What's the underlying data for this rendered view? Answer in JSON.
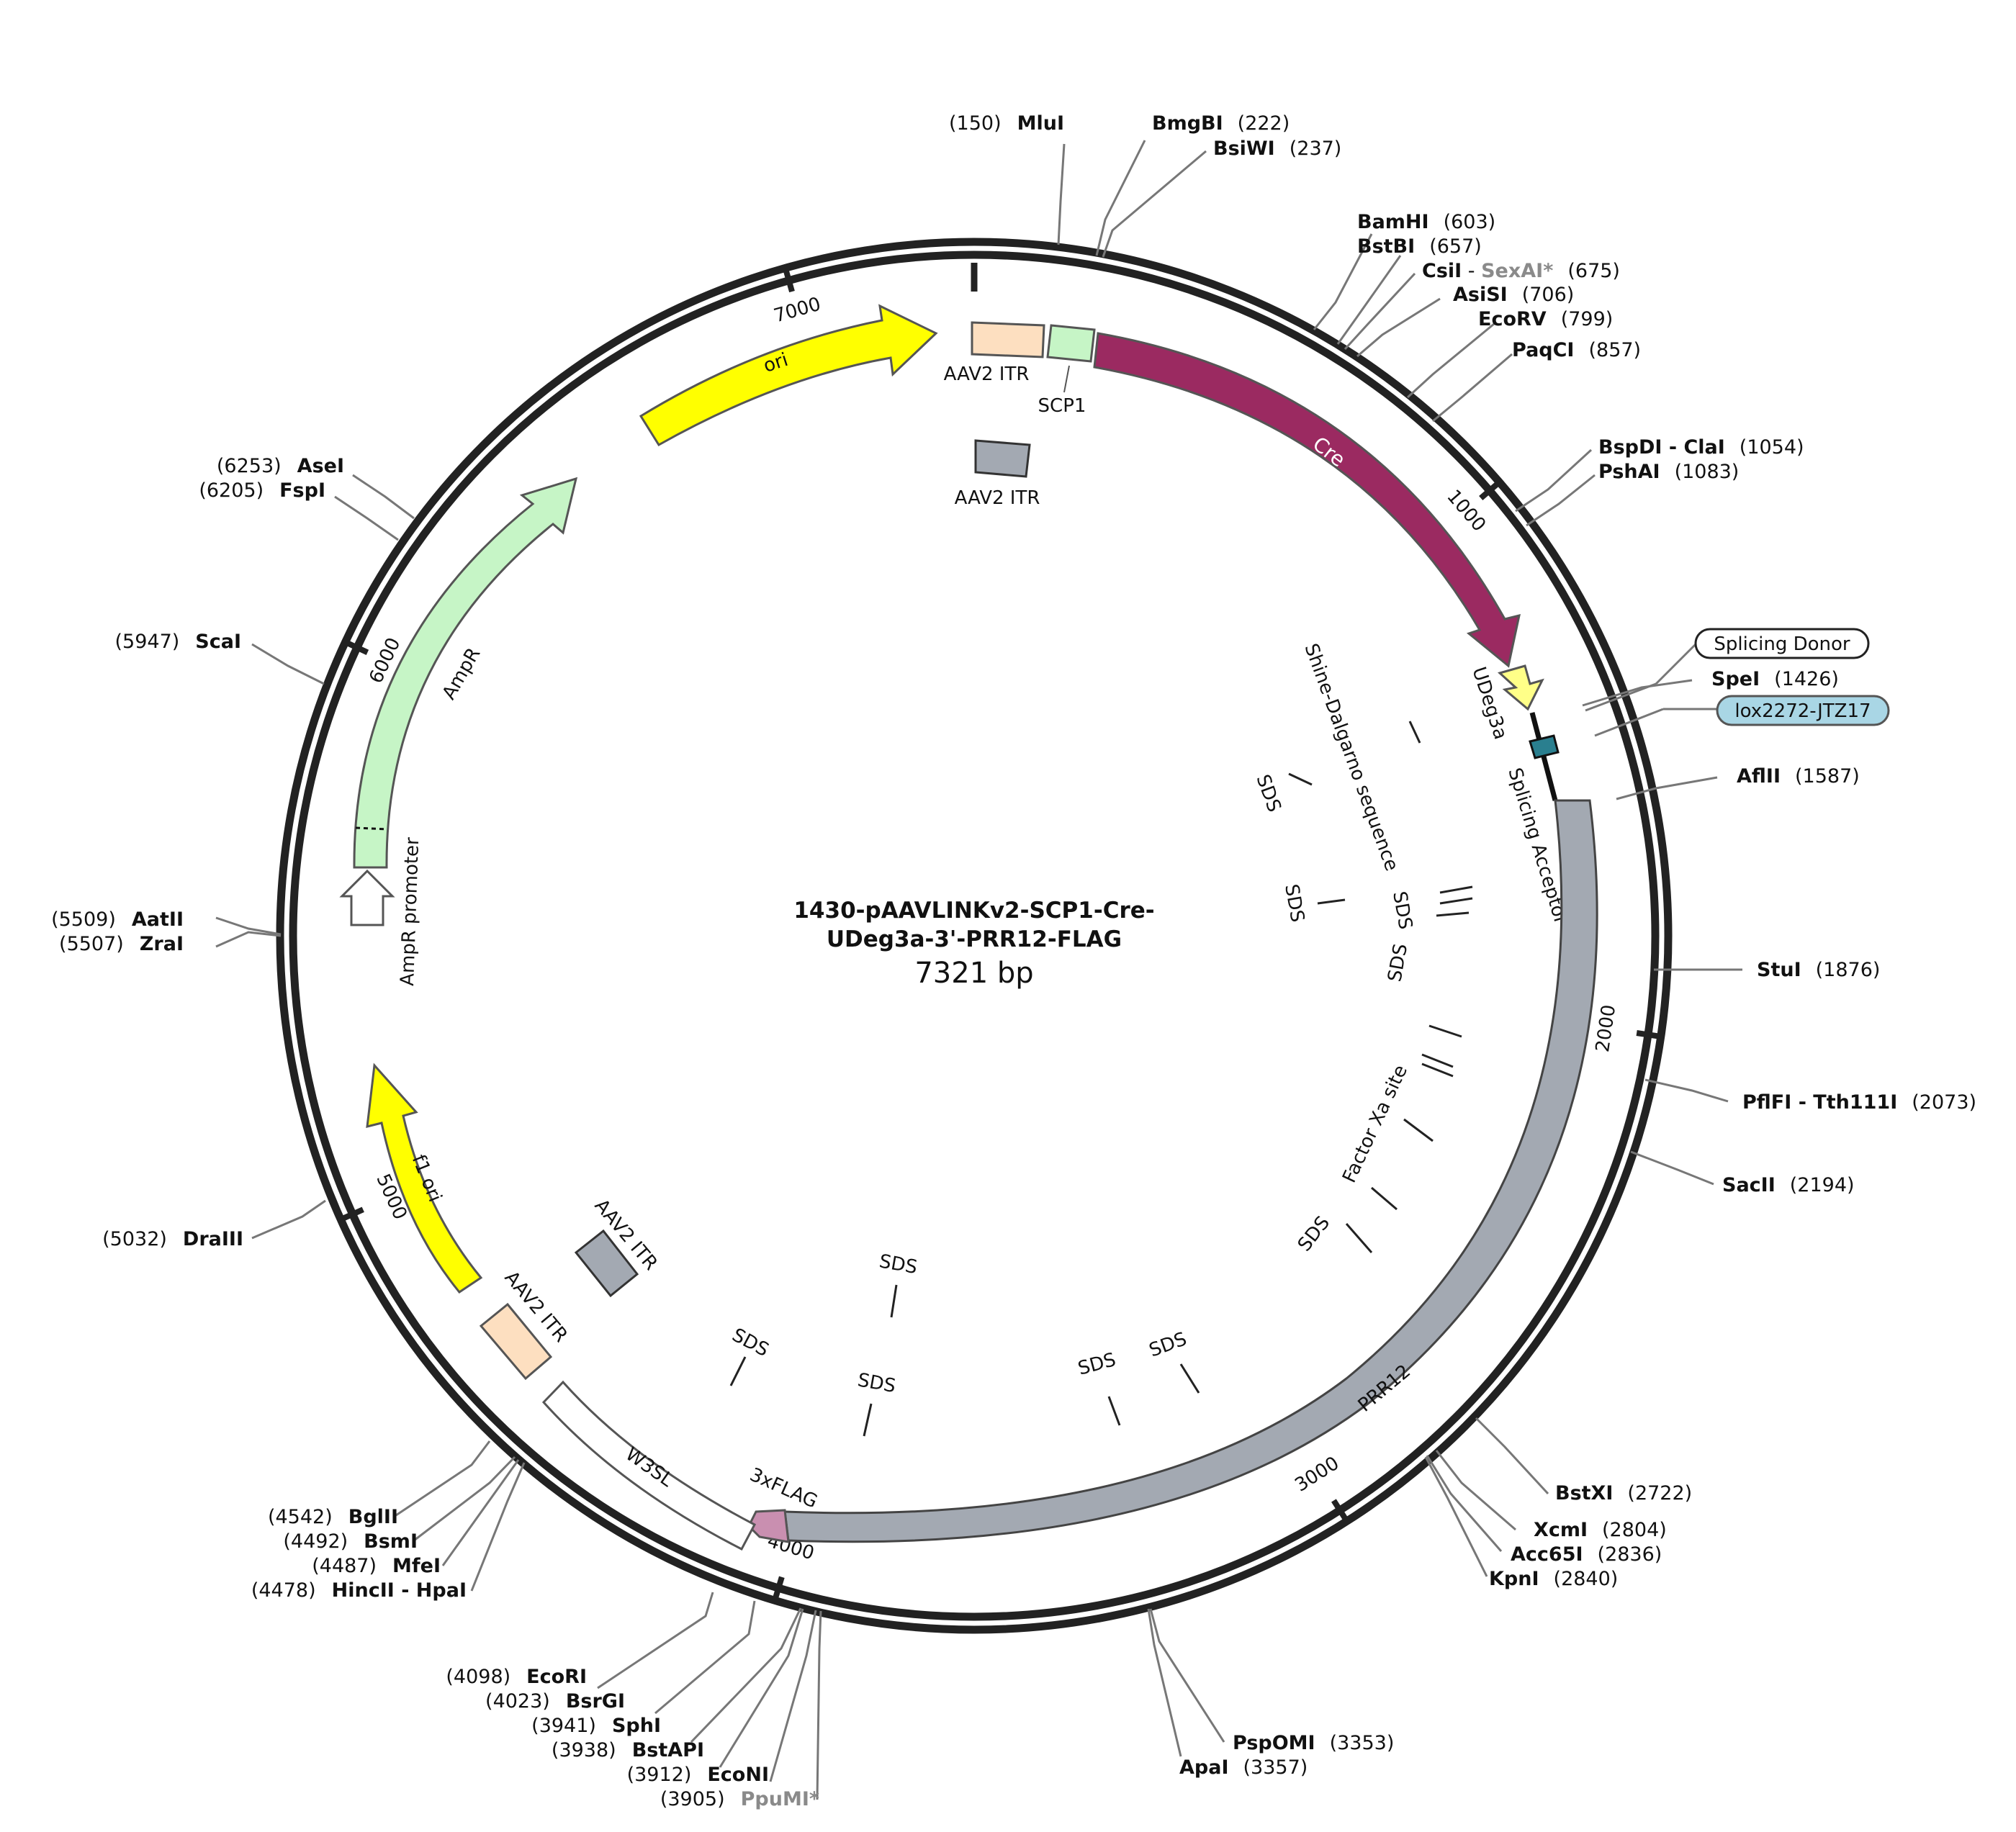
{
  "plasmid": {
    "name_line1": "1430-pAAVLINKv2-SCP1-Cre-",
    "name_line2": "UDeg3a-3'-PRR12-FLAG",
    "length_label": "7321 bp",
    "length_bp": 7321
  },
  "ticks": [
    {
      "pos": 1000,
      "label": "1000"
    },
    {
      "pos": 2000,
      "label": "2000"
    },
    {
      "pos": 3000,
      "label": "3000"
    },
    {
      "pos": 4000,
      "label": "4000"
    },
    {
      "pos": 5000,
      "label": "5000"
    },
    {
      "pos": 6000,
      "label": "6000"
    },
    {
      "pos": 7000,
      "label": "7000"
    }
  ],
  "sites": [
    {
      "name": "MluI",
      "pos": "(150)",
      "side": "left"
    },
    {
      "name": "BmgBI",
      "pos": "(222)",
      "side": "right"
    },
    {
      "name": "BsiWI",
      "pos": "(237)",
      "side": "right"
    },
    {
      "name": "BamHI",
      "pos": "(603)",
      "side": "right"
    },
    {
      "name": "BstBI",
      "pos": "(657)",
      "side": "right"
    },
    {
      "name": "CsiI",
      "extra": "SexAI*",
      "pos": "(675)",
      "side": "right"
    },
    {
      "name": "AsiSI",
      "pos": "(706)",
      "side": "right"
    },
    {
      "name": "EcoRV",
      "pos": "(799)",
      "side": "right"
    },
    {
      "name": "PaqCI",
      "pos": "(857)",
      "side": "right"
    },
    {
      "name": "BspDI - ClaI",
      "pos": "(1054)",
      "side": "right"
    },
    {
      "name": "PshAI",
      "pos": "(1083)",
      "side": "right"
    },
    {
      "name": "SpeI",
      "pos": "(1426)",
      "side": "right"
    },
    {
      "name": "AflII",
      "pos": "(1587)",
      "side": "right"
    },
    {
      "name": "StuI",
      "pos": "(1876)",
      "side": "right"
    },
    {
      "name": "PflFI - Tth111I",
      "pos": "(2073)",
      "side": "right"
    },
    {
      "name": "SacII",
      "pos": "(2194)",
      "side": "right"
    },
    {
      "name": "BstXI",
      "pos": "(2722)",
      "side": "right"
    },
    {
      "name": "XcmI",
      "pos": "(2804)",
      "side": "right"
    },
    {
      "name": "Acc65I",
      "pos": "(2836)",
      "side": "right"
    },
    {
      "name": "KpnI",
      "pos": "(2840)",
      "side": "right"
    },
    {
      "name": "PspOMI",
      "pos": "(3353)",
      "side": "right"
    },
    {
      "name": "ApaI",
      "pos": "(3357)",
      "side": "right"
    },
    {
      "name": "PpuMI*",
      "pos": "(3905)",
      "side": "left",
      "gray": true
    },
    {
      "name": "EcoNI",
      "pos": "(3912)",
      "side": "left"
    },
    {
      "name": "BstAPI",
      "pos": "(3938)",
      "side": "left"
    },
    {
      "name": "SphI",
      "pos": "(3941)",
      "side": "left"
    },
    {
      "name": "BsrGI",
      "pos": "(4023)",
      "side": "left"
    },
    {
      "name": "EcoRI",
      "pos": "(4098)",
      "side": "left"
    },
    {
      "name": "HincII - HpaI",
      "pos": "(4478)",
      "side": "left"
    },
    {
      "name": "MfeI",
      "pos": "(4487)",
      "side": "left"
    },
    {
      "name": "BsmI",
      "pos": "(4492)",
      "side": "left"
    },
    {
      "name": "BglII",
      "pos": "(4542)",
      "side": "left"
    },
    {
      "name": "DraIII",
      "pos": "(5032)",
      "side": "left"
    },
    {
      "name": "ZraI",
      "pos": "(5507)",
      "side": "left"
    },
    {
      "name": "AatII",
      "pos": "(5509)",
      "side": "left"
    },
    {
      "name": "ScaI",
      "pos": "(5947)",
      "side": "left"
    },
    {
      "name": "FspI",
      "pos": "(6205)",
      "side": "left"
    },
    {
      "name": "AseI",
      "pos": "(6253)",
      "side": "left"
    }
  ],
  "callouts": [
    {
      "label": "Splicing Donor",
      "color": "#ffffff"
    },
    {
      "label": "lox2272-JTZ17",
      "color": "#a9d6e5"
    }
  ],
  "features": [
    {
      "label": "ori",
      "color": "#ffff00"
    },
    {
      "label": "AAV2 ITR",
      "color": "#fddfc0"
    },
    {
      "label": "SCP1",
      "color": "#c6f5c6"
    },
    {
      "label": "Cre",
      "color": "#9b2a61"
    },
    {
      "label": "AAV2 ITR",
      "color": "#a3a9b2"
    },
    {
      "label": "UDeg3a",
      "color": "#ffff88"
    },
    {
      "label": "Splicing Acceptor",
      "color": "#000000"
    },
    {
      "label": "PRR12",
      "color": "#a3a9b2"
    },
    {
      "label": "3xFLAG",
      "color": "#c98fb0"
    },
    {
      "label": "W3SL",
      "color": "#ffffff"
    },
    {
      "label": "AAV2 ITR",
      "color": "#fddfc0"
    },
    {
      "label": "AAV2 ITR",
      "color": "#a3a9b2"
    },
    {
      "label": "f1 ori",
      "color": "#ffff00"
    },
    {
      "label": "AmpR promoter",
      "color": "#ffffff"
    },
    {
      "label": "AmpR",
      "color": "#c6f5c6"
    },
    {
      "label": "Shine-Dalgarno sequence",
      "color": "#000000"
    },
    {
      "label": "SDS",
      "color": "#000000"
    },
    {
      "label": "Factor Xa site",
      "color": "#000000"
    }
  ]
}
